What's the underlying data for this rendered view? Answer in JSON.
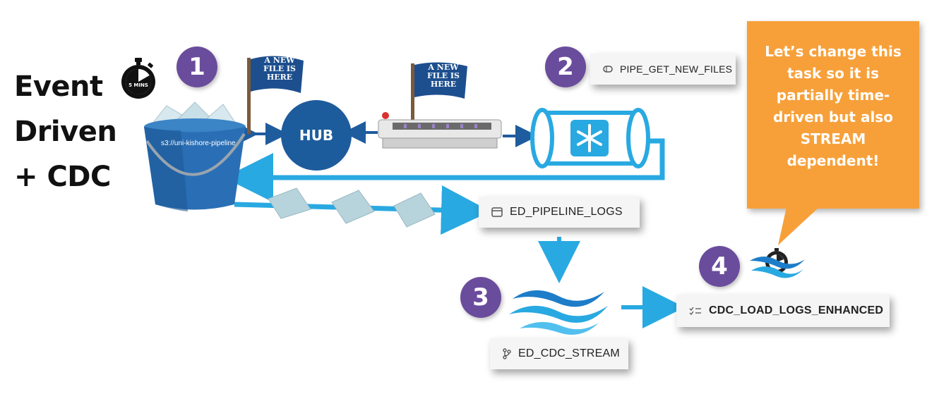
{
  "title": {
    "line1": "Event",
    "line2": "Driven",
    "line3": "+ CDC"
  },
  "timer": {
    "label": "5 MINS"
  },
  "steps": {
    "s1": "1",
    "s2": "2",
    "s3": "3",
    "s4": "4"
  },
  "bucket": {
    "path": "s3://uni-kishore-pipeline"
  },
  "hub": {
    "label": "HUB"
  },
  "flags": {
    "flag1": [
      "A NEW",
      "FILE IS",
      "HERE"
    ],
    "flag2": [
      "A NEW",
      "FILE IS",
      "HERE"
    ]
  },
  "cards": {
    "pipe": "PIPE_GET_NEW_FILES",
    "table": "ED_PIPELINE_LOGS",
    "stream": "ED_CDC_STREAM",
    "task": "CDC_LOAD_LOGS_ENHANCED"
  },
  "callout": {
    "lines": [
      "Let’s change this",
      "task so it is",
      "partially time-",
      "driven but also",
      "STREAM",
      "dependent!"
    ]
  },
  "colors": {
    "step": "#6a4c9c",
    "arrow_light": "#29a9e1",
    "arrow_dark": "#1f5c9e",
    "callout": "#f7a03a",
    "bucket": "#2a6fb5",
    "hub": "#1d5c9c"
  }
}
